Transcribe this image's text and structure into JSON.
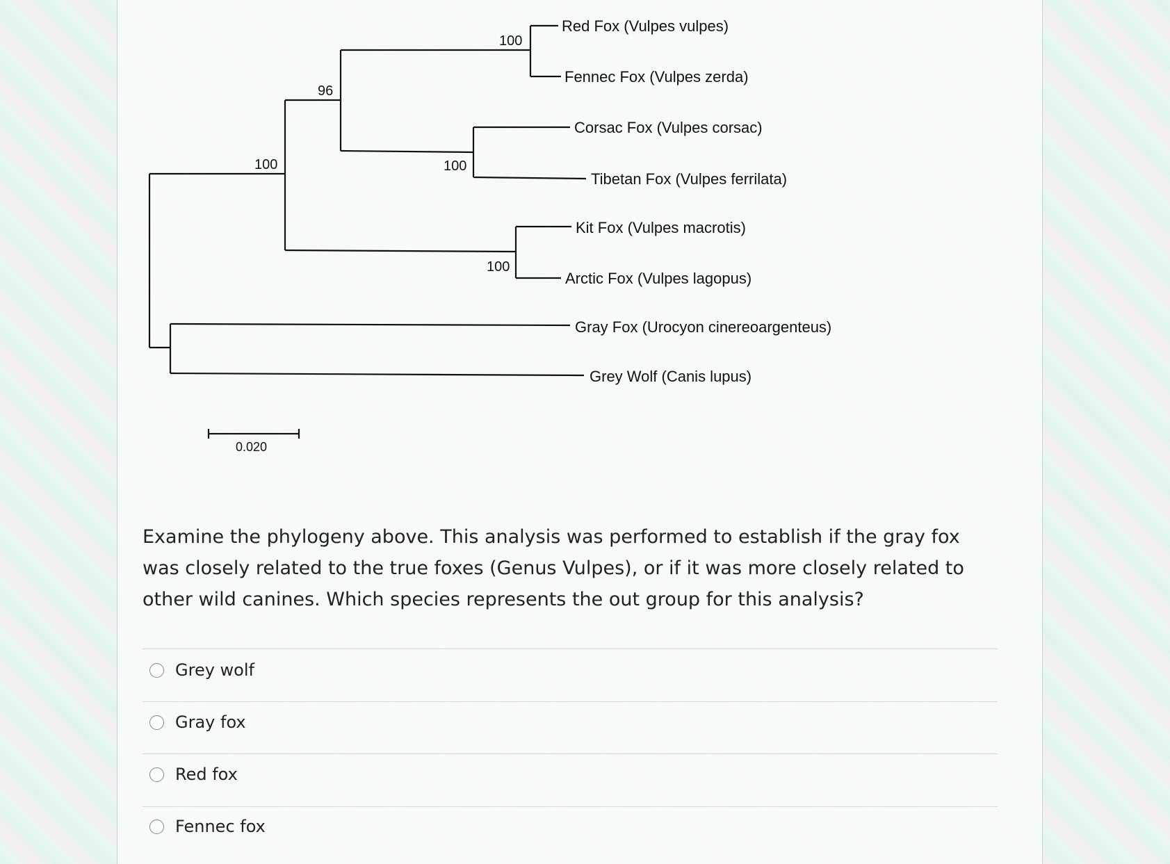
{
  "tree": {
    "taxa": [
      "Red Fox (Vulpes vulpes)",
      "Fennec Fox (Vulpes zerda)",
      "Corsac Fox (Vulpes corsac)",
      "Tibetan Fox (Vulpes ferrilata)",
      "Kit Fox (Vulpes macrotis)",
      "Arctic Fox (Vulpes lagopus)",
      "Gray Fox (Urocyon cinereoargenteus)",
      "Grey Wolf (Canis lupus)"
    ],
    "bootstrap": {
      "red_fennec": "100",
      "vulpes_a": "96",
      "corsac_tibetan": "100",
      "vulpes_all": "100",
      "kit_arctic": "100"
    },
    "scale_bar": "0.020"
  },
  "question": {
    "text": "Examine the phylogeny above. This analysis was performed to establish if the gray fox was closely related to the true foxes (Genus Vulpes), or if it was more closely related to other wild canines. Which species represents the out group for this analysis?"
  },
  "options": [
    {
      "label": "Grey wolf"
    },
    {
      "label": "Gray fox"
    },
    {
      "label": "Red fox"
    },
    {
      "label": "Fennec fox"
    }
  ]
}
